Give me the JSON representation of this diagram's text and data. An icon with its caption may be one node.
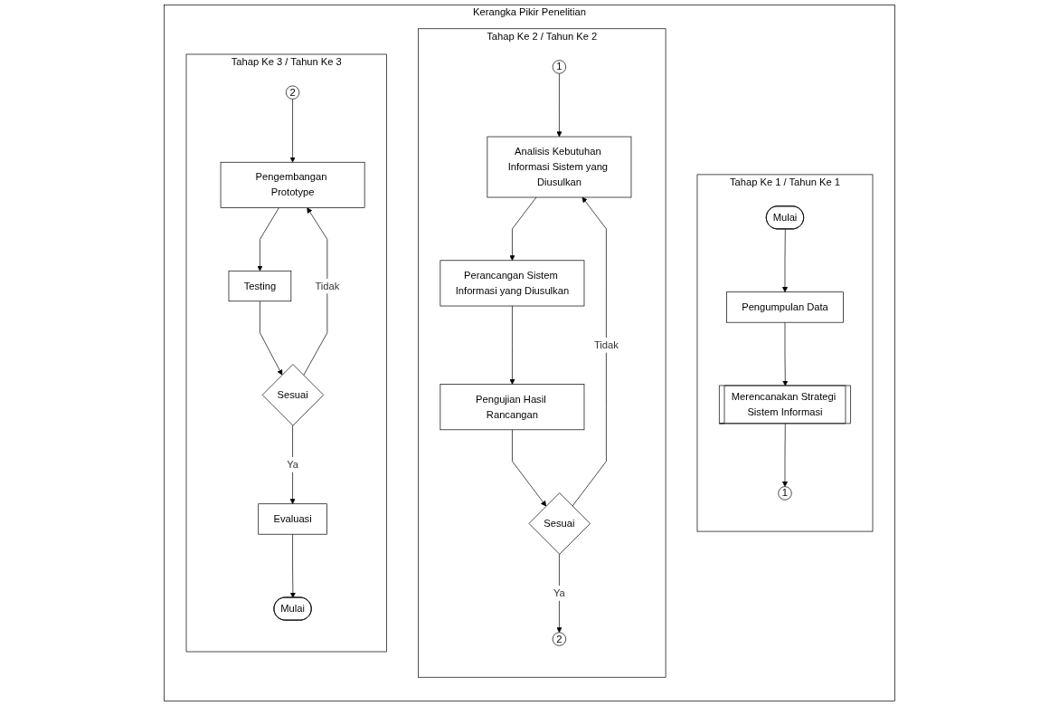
{
  "diagram": {
    "nodes": [
      {
        "text": [
          "Kerangka Pikir Penelitian"
        ]
      },
      {
        "text": [
          "Tahap Ke 1 / Tahun Ke 1"
        ],
        "in": 0
      },
      {
        "text": [
          "Mulai"
        ],
        "in": 1
      },
      {
        "text": [
          "Pengumpulan Data"
        ],
        "in": 1
      },
      {
        "text": [
          "Merencanakan Strategi Sistem Informasi"
        ],
        "in": 1
      },
      {
        "text": [
          "1"
        ],
        "in": 1
      },
      {
        "text": [
          "Tahap Ke 2 / Tahun Ke 2"
        ],
        "in": 0
      },
      {
        "text": [
          "1"
        ],
        "in": 6
      },
      {
        "text": [
          "Analisis Kebutuhan Informasi Sistem yang Diusulkan"
        ],
        "in": 6
      },
      {
        "text": [
          "Perancangan Sistem Informasi yang Diusulkan"
        ],
        "in": 6
      },
      {
        "text": [
          "Pengujian Hasil Rancangan"
        ],
        "in": 6
      },
      {
        "text": [
          "Sesuai"
        ],
        "in": 6
      },
      {
        "text": [
          "2"
        ],
        "in": 6
      },
      {
        "text": [
          "Tahap Ke 3 / Tahun Ke 3"
        ],
        "in": 0
      },
      {
        "text": [
          "2"
        ],
        "in": 13
      },
      {
        "text": [
          "Pengembangan Prototype"
        ],
        "in": 13
      },
      {
        "text": [
          "Testing"
        ],
        "in": 13
      },
      {
        "text": [
          "Sesuai"
        ],
        "in": 13
      },
      {
        "text": [
          "Evaluasi"
        ],
        "in": 13
      },
      {
        "text": [
          "Mulai"
        ],
        "in": 13
      }
    ],
    "edges": [
      {
        "from": 2,
        "to": 3,
        "arrow": "to"
      },
      {
        "from": 3,
        "to": 4,
        "arrow": "to"
      },
      {
        "from": 4,
        "to": 5,
        "arrow": "to"
      },
      {
        "from": 7,
        "to": 8,
        "arrow": "to"
      },
      {
        "from": 8,
        "to": 9,
        "arrow": "to"
      },
      {
        "from": 9,
        "to": 10,
        "arrow": "to"
      },
      {
        "from": 10,
        "to": 11,
        "arrow": "to"
      },
      {
        "from": 11,
        "to": 12,
        "label": "Ya",
        "arrow": "to"
      },
      {
        "from": 11,
        "to": 8,
        "label": "Tidak",
        "arrow": "to"
      },
      {
        "from": 14,
        "to": 15,
        "arrow": "to"
      },
      {
        "from": 15,
        "to": 16,
        "arrow": "to"
      },
      {
        "from": 16,
        "to": 17,
        "arrow": "to"
      },
      {
        "from": 17,
        "to": 18,
        "label": "Ya",
        "arrow": "to"
      },
      {
        "from": 17,
        "to": 15,
        "label": "Tidak",
        "arrow": "to"
      },
      {
        "from": 18,
        "to": 19,
        "arrow": "to"
      }
    ]
  }
}
